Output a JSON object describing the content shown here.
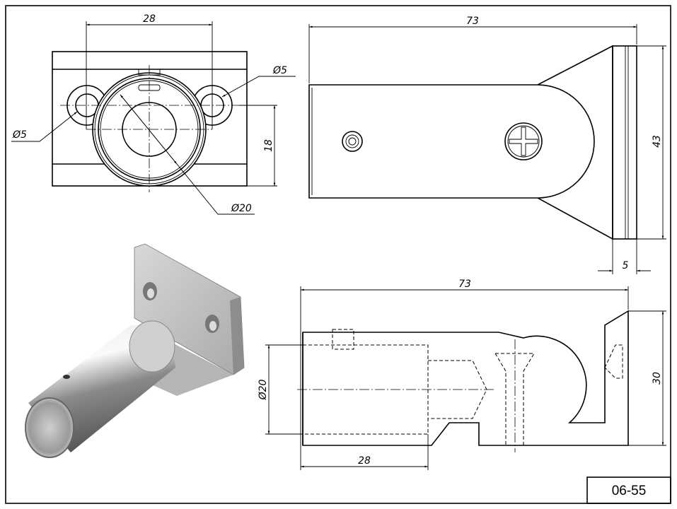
{
  "drawing": {
    "number": "06-55",
    "front_view": {
      "dim_spacing": "28",
      "dim_height": "18",
      "hole_left": "Ø5",
      "hole_right": "Ø5",
      "bore": "Ø20"
    },
    "top_view": {
      "dim_length": "73",
      "dim_width": "43",
      "dim_flange": "5"
    },
    "side_view": {
      "dim_length": "73",
      "dim_height": "30",
      "dim_bore": "Ø20",
      "dim_depth": "28"
    }
  }
}
